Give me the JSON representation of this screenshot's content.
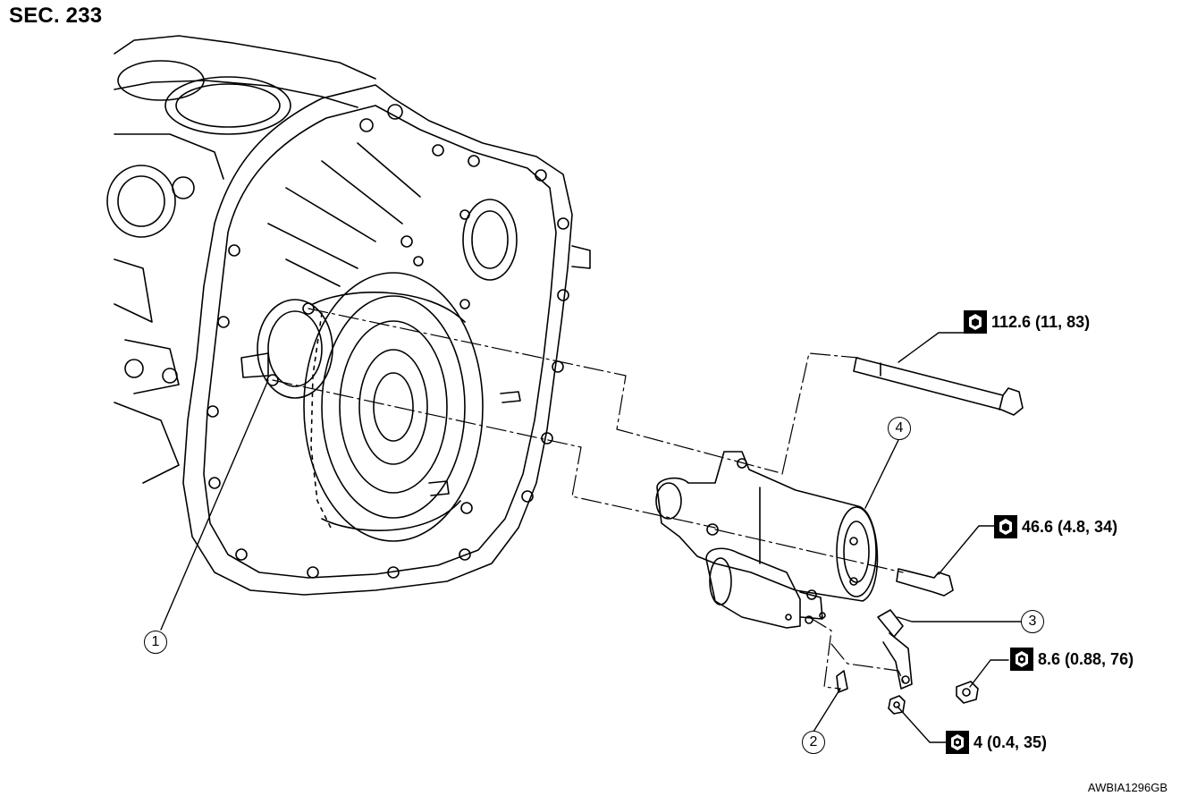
{
  "section_title": "SEC. 233",
  "figure_code": "AWBIA1296GB",
  "callouts": [
    "1",
    "2",
    "3",
    "4"
  ],
  "torque_specs": [
    {
      "value": "112.6 (11, 83)",
      "icon": "torque-wrench-icon"
    },
    {
      "value": "46.6 (4.8, 34)",
      "icon": "torque-wrench-icon"
    },
    {
      "value": "8.6 (0.88, 76)",
      "icon": "torque-wrench-filled-icon"
    },
    {
      "value": "4 (0.4, 35)",
      "icon": "torque-wrench-filled-icon"
    }
  ]
}
